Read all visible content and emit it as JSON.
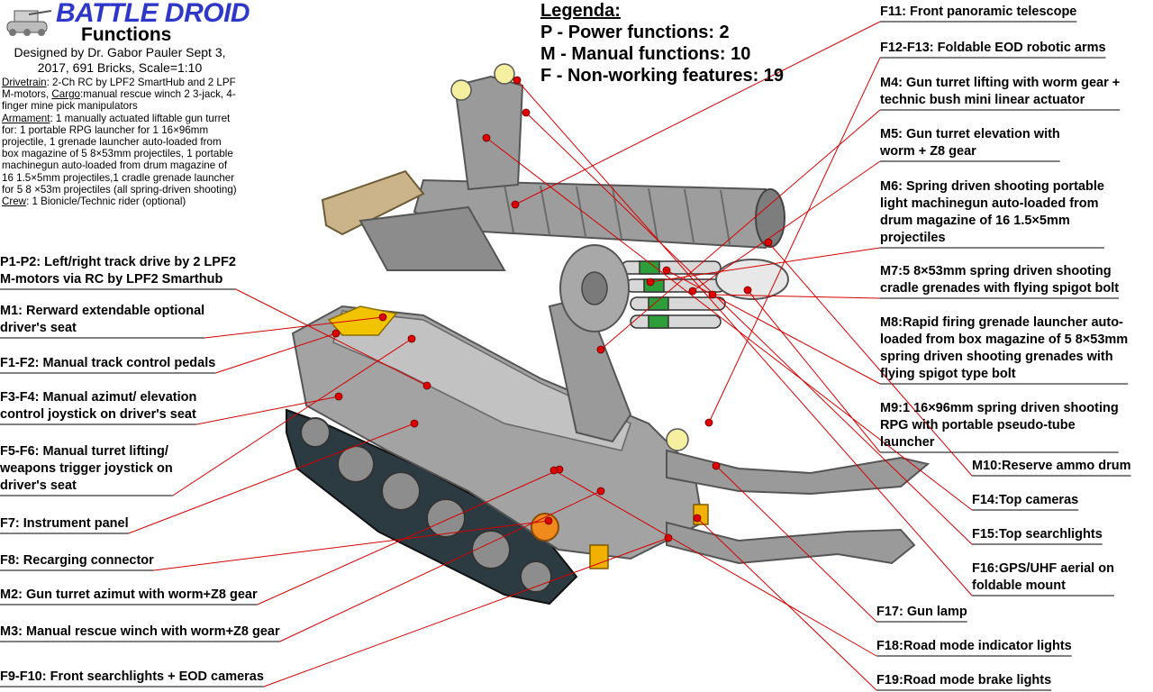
{
  "header": {
    "title": "BATTLE DROID",
    "subtitle": "Functions",
    "designer": "Designed by Dr. Gabor Pauler Sept 3, 2017, 691 Bricks, Scale=1:10",
    "description": [
      {
        "key": "Drivetrain",
        "text": ": 2-Ch RC by LPF2 SmartHub and 2 LPF M-motors, "
      },
      {
        "key": "Cargo",
        "text": ":manual rescue winch 2 3-jack, 4-finger mine pick manipulators"
      },
      {
        "key": "Armament",
        "text": ": 1 manually actuated liftable gun turret for: 1 portable RPG launcher for 1 16×96mm projectile, 1 grenade launcher auto-loaded from box magazine of 5 8×53mm projectiles, 1 portable machinegun auto-loaded from drum magazine of 16 1.5×5mm projectiles,1 cradle grenade launcher for 5 8 ×53m projectiles (all spring-driven shooting)"
      },
      {
        "key": "Crew",
        "text": ": 1 Bionicle/Technic rider (optional)"
      }
    ]
  },
  "legend": {
    "title": "Legenda:",
    "items": [
      "P - Power functions: 2",
      "M - Manual functions: 10",
      "F - Non-working features: 19"
    ]
  },
  "left_labels": [
    {
      "id": "p1-p2",
      "lines": [
        "P1-P2: Left/right track drive by 2 LPF2",
        "M-motors via RC by LPF2 Smarthub"
      ]
    },
    {
      "id": "m1",
      "lines": [
        "M1: Rerward extendable optional",
        "driver's seat"
      ]
    },
    {
      "id": "f1-f2",
      "lines": [
        "F1-F2: Manual track control pedals"
      ]
    },
    {
      "id": "f3-f4",
      "lines": [
        "F3-F4: Manual azimut/ elevation",
        "control joystick on driver's seat"
      ]
    },
    {
      "id": "f5-f6",
      "lines": [
        "F5-F6: Manual turret lifting/",
        "weapons trigger joystick on",
        "driver's seat"
      ]
    },
    {
      "id": "f7",
      "lines": [
        "F7: Instrument panel"
      ]
    },
    {
      "id": "f8",
      "lines": [
        "F8: Recarging connector"
      ]
    },
    {
      "id": "m2",
      "lines": [
        "M2: Gun turret azimut with worm+Z8 gear"
      ]
    },
    {
      "id": "m3",
      "lines": [
        "M3: Manual rescue winch with worm+Z8 gear"
      ]
    },
    {
      "id": "f9-f10",
      "lines": [
        "F9-F10: Front searchlights + EOD cameras"
      ]
    }
  ],
  "right_labels": [
    {
      "id": "f11",
      "lines": [
        "F11: Front panoramic telescope"
      ]
    },
    {
      "id": "f12-f13",
      "lines": [
        "F12-F13: Foldable EOD robotic arms"
      ]
    },
    {
      "id": "m4",
      "lines": [
        "M4: Gun turret lifting with worm gear +",
        "technic bush mini linear actuator"
      ]
    },
    {
      "id": "m5",
      "lines": [
        "M5: Gun turret elevation with",
        "worm + Z8 gear"
      ]
    },
    {
      "id": "m6",
      "lines": [
        "M6: Spring driven shooting portable",
        "light machinegun auto-loaded from",
        "drum magazine of 16 1.5×5mm",
        "projectiles"
      ]
    },
    {
      "id": "m7",
      "lines": [
        "M7:5 8×53mm spring driven shooting",
        "cradle grenades with flying spigot bolt"
      ]
    },
    {
      "id": "m8",
      "lines": [
        "M8:Rapid firing grenade launcher auto-",
        "loaded from box magazine of 5 8×53mm",
        "spring driven shooting grenades with",
        "flying spigot type bolt"
      ]
    },
    {
      "id": "m9",
      "lines": [
        "M9:1 16×96mm spring driven shooting",
        "RPG with portable pseudo-tube",
        "launcher"
      ]
    },
    {
      "id": "m10",
      "lines": [
        "M10:Reserve ammo drum"
      ]
    },
    {
      "id": "f14",
      "lines": [
        "F14:Top cameras"
      ]
    },
    {
      "id": "f15",
      "lines": [
        "F15:Top searchlights"
      ]
    },
    {
      "id": "f16",
      "lines": [
        "F16:GPS/UHF aerial on",
        "foldable mount"
      ]
    },
    {
      "id": "f17",
      "lines": [
        "F17: Gun lamp"
      ]
    },
    {
      "id": "f18",
      "lines": [
        "F18:Road mode indicator lights"
      ]
    },
    {
      "id": "f19",
      "lines": [
        "F19:Road mode brake lights"
      ]
    }
  ],
  "colors": {
    "leader_line": "#d40000",
    "marker_dot": "#e00000",
    "title_blue": "#2f37c8",
    "body_grey": "#9a9a9a",
    "track_dark": "#2c3a42",
    "accent_yellow": "#f2c300",
    "accent_green": "#2e9e3a"
  }
}
